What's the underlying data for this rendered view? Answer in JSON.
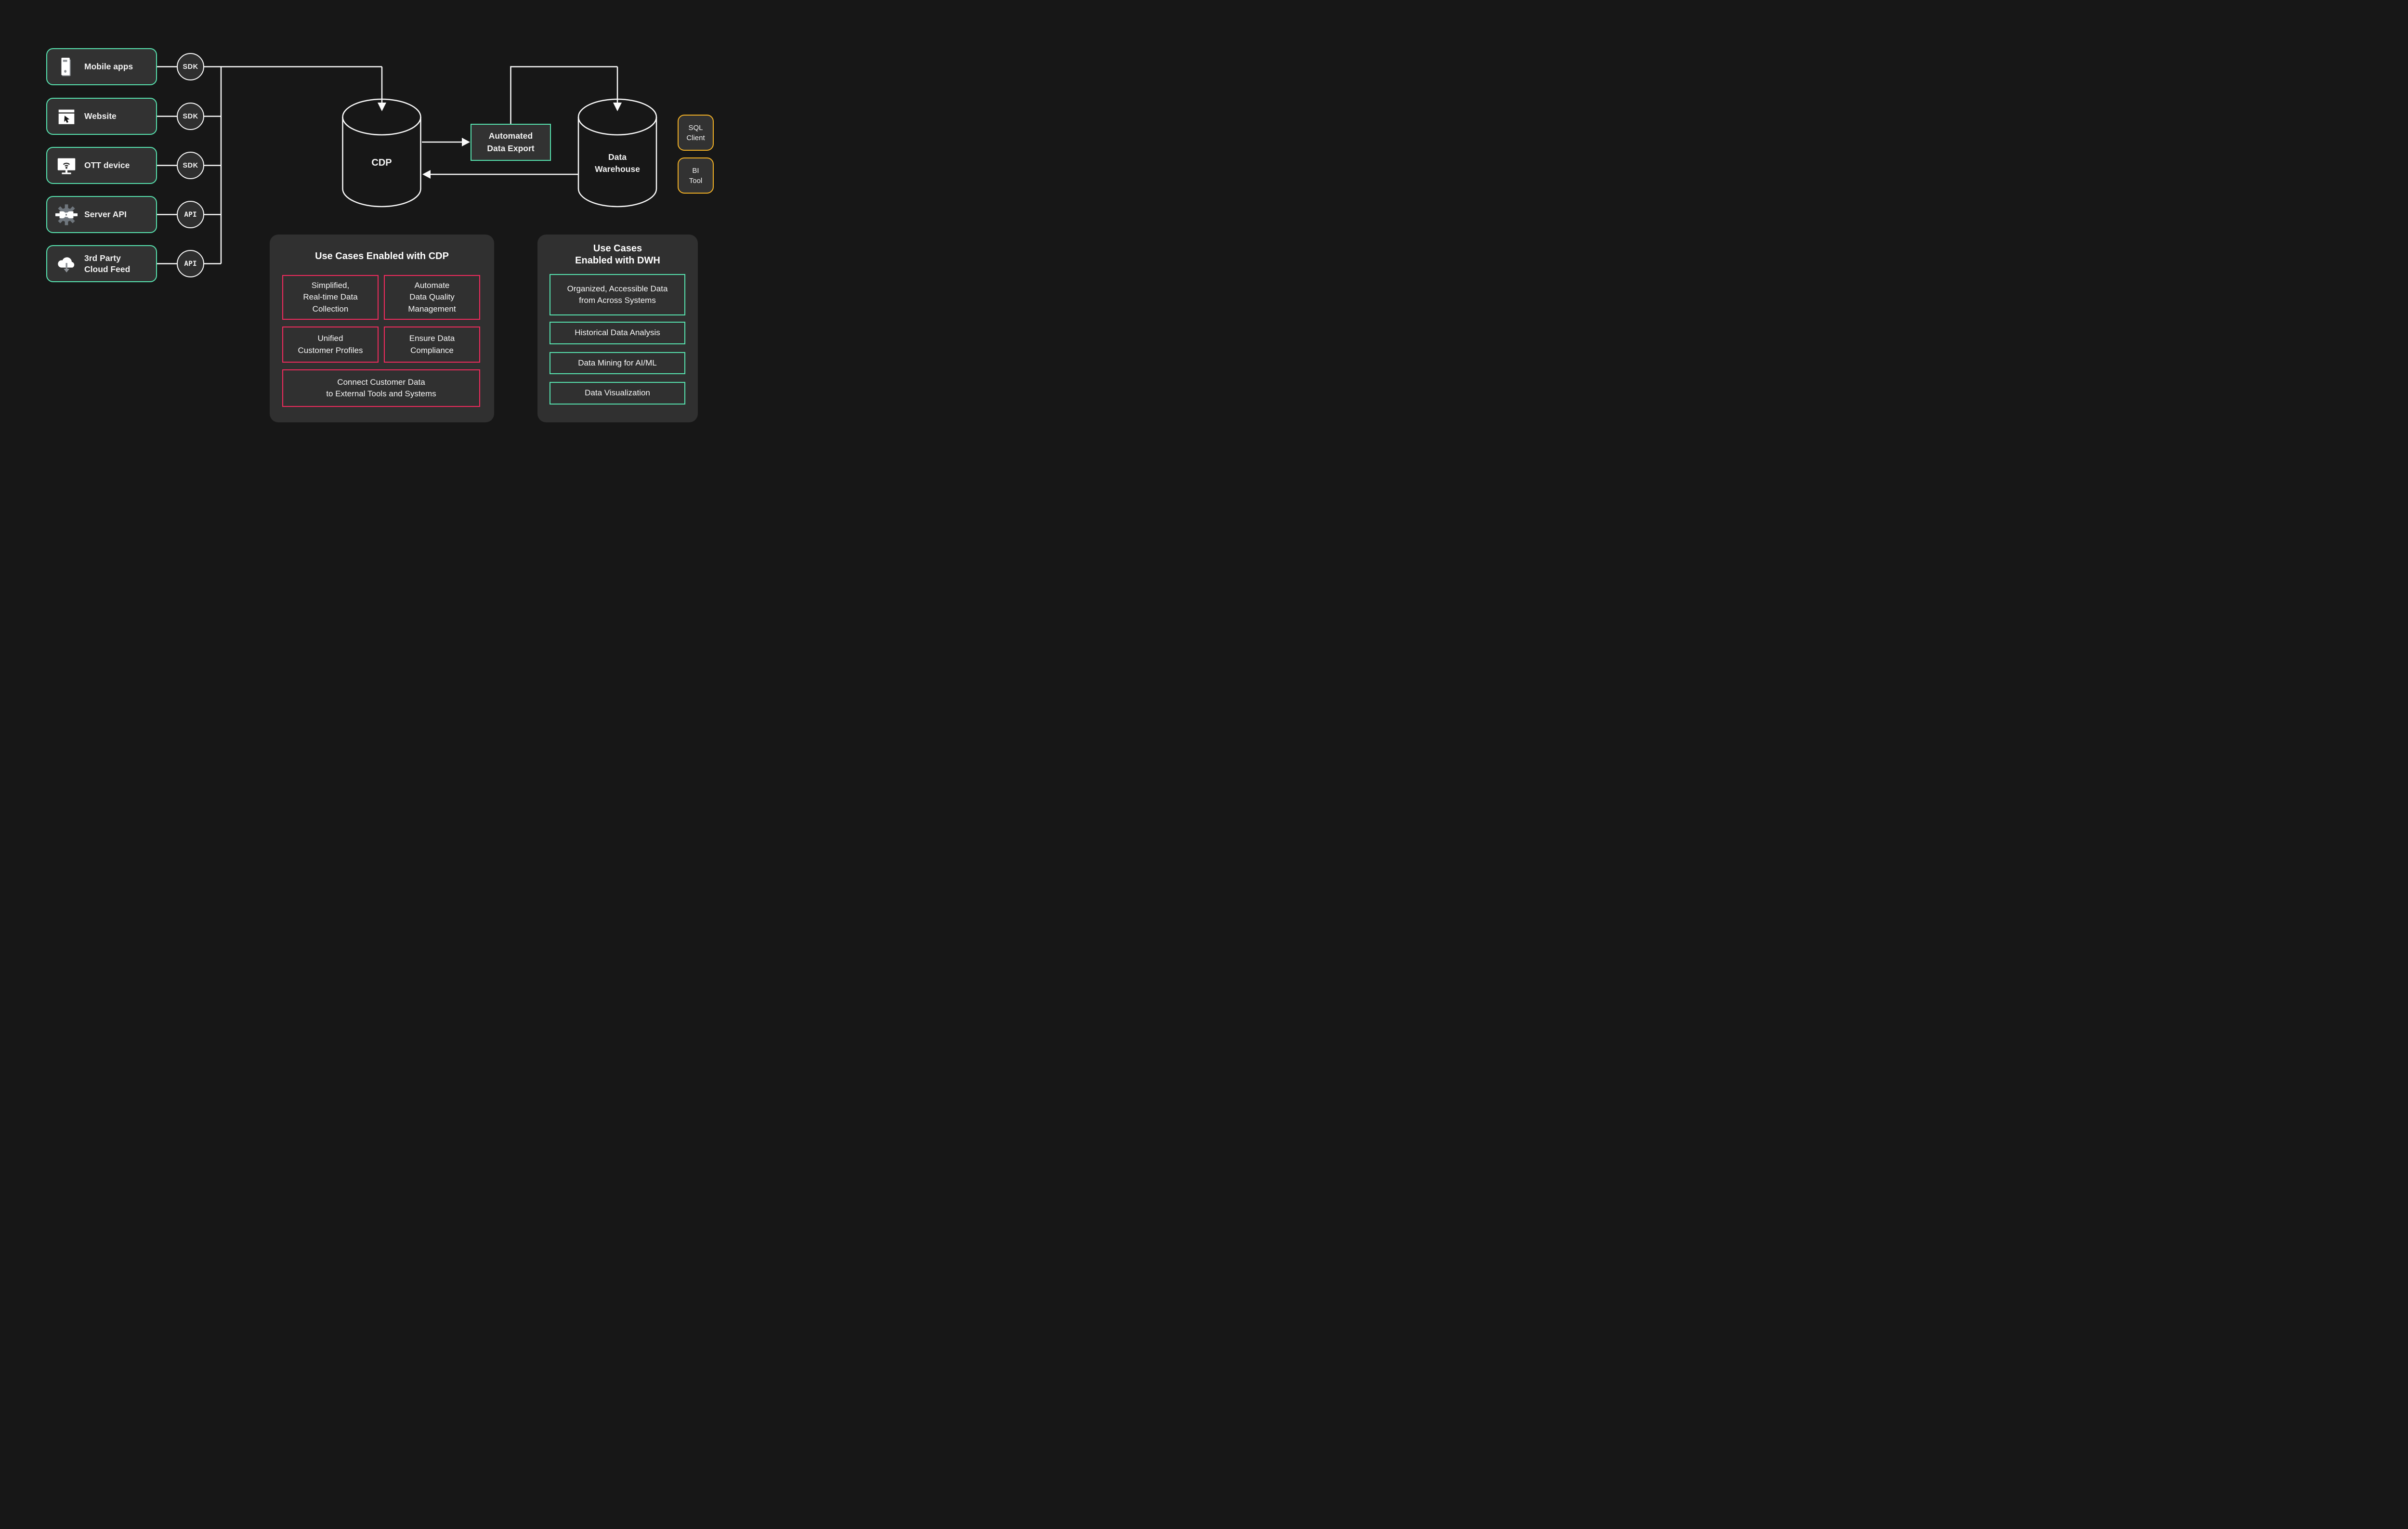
{
  "colors": {
    "background": "#171717",
    "node_fill": "#323232",
    "panel_fill": "#303030",
    "line_stroke": "#FAFAFA",
    "accent_green": "#57E3AF",
    "accent_red": "#EF2B5D",
    "accent_yellow": "#F0AF25"
  },
  "sources": [
    {
      "label": "Mobile apps",
      "icon": "mobile-phone-icon",
      "connector": "SDK"
    },
    {
      "label": "Website",
      "icon": "browser-window-icon",
      "connector": "SDK"
    },
    {
      "label": "OTT device",
      "icon": "smart-tv-icon",
      "connector": "SDK"
    },
    {
      "label": "Server API",
      "icon": "gear-plug-icon",
      "connector": "API"
    },
    {
      "label": "3rd Party\nCloud Feed",
      "icon": "cloud-download-icon",
      "connector": "API"
    }
  ],
  "cdp": {
    "label": "CDP"
  },
  "automated_export": {
    "label": "Automated\nData Export"
  },
  "warehouse": {
    "label": "Data\nWarehouse"
  },
  "analysis_tools": [
    {
      "label": "SQL\nClient"
    },
    {
      "label": "BI\nTool"
    }
  ],
  "cdp_use_cases": {
    "title": "Use Cases Enabled with CDP",
    "items": [
      "Simplified,\nReal-time Data\nCollection",
      "Automate\nData Quality\nManagement",
      "Unified\nCustomer Profiles",
      "Ensure Data\nCompliance",
      "Connect Customer Data\nto External Tools and Systems"
    ]
  },
  "dwh_use_cases": {
    "title": "Use Cases\nEnabled with DWH",
    "items": [
      "Organized, Accessible Data\nfrom Across Systems",
      "Historical Data Analysis",
      "Data Mining for AI/ML",
      "Data Visualization"
    ]
  }
}
